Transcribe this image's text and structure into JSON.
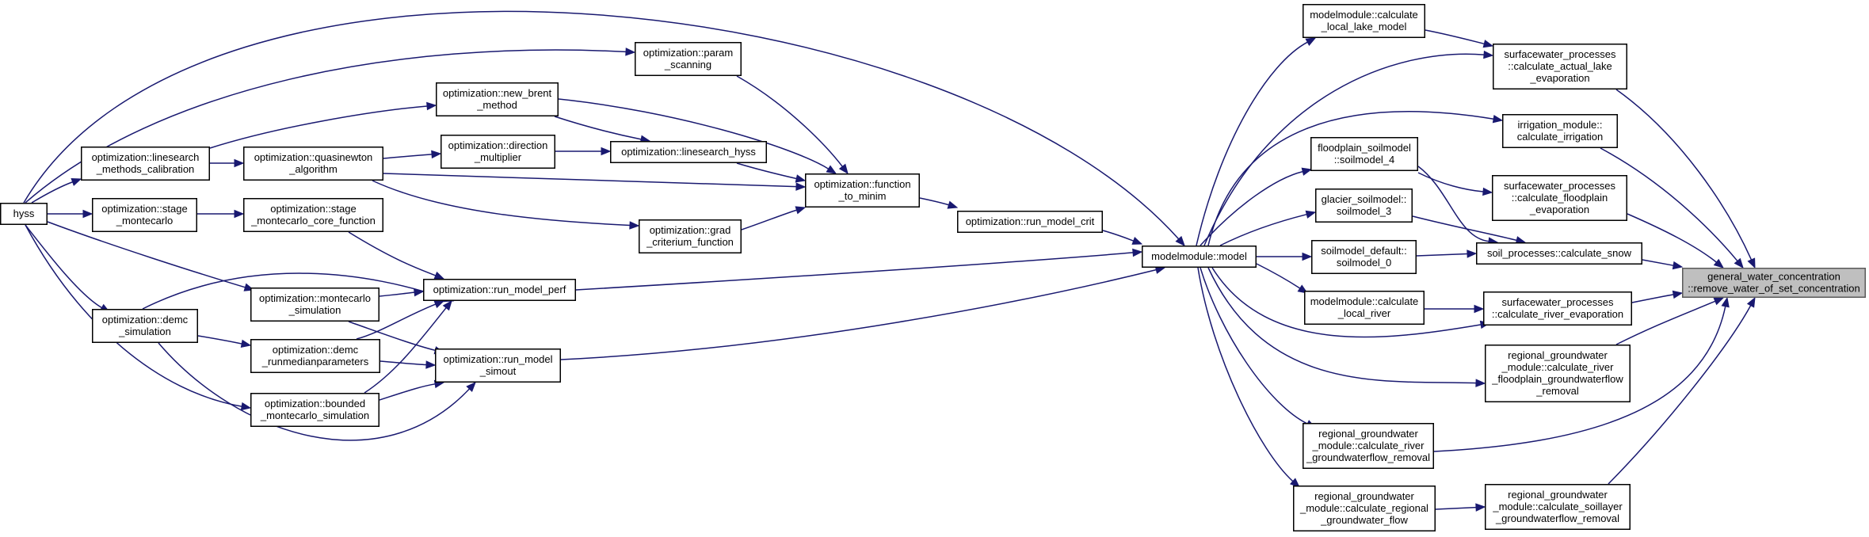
{
  "graph": {
    "root": "root",
    "nodes": [
      {
        "id": "hyss",
        "lines": [
          "hyss"
        ]
      },
      {
        "id": "ls_calib",
        "lines": [
          "optimization::linesearch",
          "_methods_calibration"
        ]
      },
      {
        "id": "stage_mc",
        "lines": [
          "optimization::stage",
          "_montecarlo"
        ]
      },
      {
        "id": "demc_sim",
        "lines": [
          "optimization::demc",
          "_simulation"
        ]
      },
      {
        "id": "quasinewton",
        "lines": [
          "optimization::quasinewton",
          "_algorithm"
        ]
      },
      {
        "id": "stage_mc_core",
        "lines": [
          "optimization::stage",
          "_montecarlo_core_function"
        ]
      },
      {
        "id": "mc_sim",
        "lines": [
          "optimization::montecarlo",
          "_simulation"
        ]
      },
      {
        "id": "demc_runmed",
        "lines": [
          "optimization::demc",
          "_runmedianparameters"
        ]
      },
      {
        "id": "bounded_mc",
        "lines": [
          "optimization::bounded",
          "_montecarlo_simulation"
        ]
      },
      {
        "id": "new_brent",
        "lines": [
          "optimization::new_brent",
          "_method"
        ]
      },
      {
        "id": "direction_mult",
        "lines": [
          "optimization::direction",
          "_multiplier"
        ]
      },
      {
        "id": "param_scan",
        "lines": [
          "optimization::param",
          "_scanning"
        ]
      },
      {
        "id": "ls_hyss",
        "lines": [
          "optimization::linesearch_hyss"
        ]
      },
      {
        "id": "grad_crit",
        "lines": [
          "optimization::grad",
          "_criterium_function"
        ]
      },
      {
        "id": "run_model_perf",
        "lines": [
          "optimization::run_model_perf"
        ]
      },
      {
        "id": "run_model_simout",
        "lines": [
          "optimization::run_model",
          "_simout"
        ]
      },
      {
        "id": "function_to_minim",
        "lines": [
          "optimization::function",
          "_to_minim"
        ]
      },
      {
        "id": "run_model_crit",
        "lines": [
          "optimization::run_model_crit"
        ]
      },
      {
        "id": "model",
        "lines": [
          "modelmodule::model"
        ]
      },
      {
        "id": "calc_local_lake",
        "lines": [
          "modelmodule::calculate",
          "_local_lake_model"
        ]
      },
      {
        "id": "floodplain_soil",
        "lines": [
          "floodplain_soilmodel",
          "::soilmodel_4"
        ]
      },
      {
        "id": "glacier_soil",
        "lines": [
          "glacier_soilmodel::",
          "soilmodel_3"
        ]
      },
      {
        "id": "soilmodel_default",
        "lines": [
          "soilmodel_default::",
          "soilmodel_0"
        ]
      },
      {
        "id": "calc_local_river",
        "lines": [
          "modelmodule::calculate",
          "_local_river"
        ]
      },
      {
        "id": "rg_river_gw",
        "lines": [
          "regional_groundwater",
          "_module::calculate_river",
          "_groundwaterflow_removal"
        ]
      },
      {
        "id": "rg_regional_gw",
        "lines": [
          "regional_groundwater",
          "_module::calculate_regional",
          "_groundwater_flow"
        ]
      },
      {
        "id": "sw_actual_lake",
        "lines": [
          "surfacewater_processes",
          "::calculate_actual_lake",
          "_evaporation"
        ]
      },
      {
        "id": "irrigation",
        "lines": [
          "irrigation_module::",
          "calculate_irrigation"
        ]
      },
      {
        "id": "sw_floodplain",
        "lines": [
          "surfacewater_processes",
          "::calculate_floodplain",
          "_evaporation"
        ]
      },
      {
        "id": "soil_snow",
        "lines": [
          "soil_processes::calculate_snow"
        ]
      },
      {
        "id": "sw_river_evap",
        "lines": [
          "surfacewater_processes",
          "::calculate_river_evaporation"
        ]
      },
      {
        "id": "rg_river_floodplain",
        "lines": [
          "regional_groundwater",
          "_module::calculate_river",
          "_floodplain_groundwaterflow",
          "_removal"
        ]
      },
      {
        "id": "rg_soillayer",
        "lines": [
          "regional_groundwater",
          "_module::calculate_soillayer",
          "_groundwaterflow_removal"
        ]
      },
      {
        "id": "root",
        "lines": [
          "general_water_concentration",
          "::remove_water_of_set_concentration"
        ]
      }
    ],
    "edges": [
      [
        "hyss",
        "ls_calib"
      ],
      [
        "hyss",
        "stage_mc"
      ],
      [
        "hyss",
        "demc_sim"
      ],
      [
        "hyss",
        "mc_sim"
      ],
      [
        "hyss",
        "bounded_mc"
      ],
      [
        "hyss",
        "param_scan"
      ],
      [
        "hyss",
        "model"
      ],
      [
        "ls_calib",
        "quasinewton"
      ],
      [
        "ls_calib",
        "new_brent"
      ],
      [
        "stage_mc",
        "stage_mc_core"
      ],
      [
        "demc_sim",
        "demc_runmed"
      ],
      [
        "demc_sim",
        "run_model_perf"
      ],
      [
        "demc_sim",
        "run_model_simout"
      ],
      [
        "quasinewton",
        "direction_mult"
      ],
      [
        "quasinewton",
        "function_to_minim"
      ],
      [
        "quasinewton",
        "grad_crit"
      ],
      [
        "stage_mc_core",
        "run_model_perf"
      ],
      [
        "mc_sim",
        "run_model_perf"
      ],
      [
        "mc_sim",
        "run_model_simout"
      ],
      [
        "demc_runmed",
        "run_model_perf"
      ],
      [
        "demc_runmed",
        "run_model_simout"
      ],
      [
        "bounded_mc",
        "run_model_perf"
      ],
      [
        "bounded_mc",
        "run_model_simout"
      ],
      [
        "new_brent",
        "ls_hyss"
      ],
      [
        "new_brent",
        "function_to_minim"
      ],
      [
        "direction_mult",
        "ls_hyss"
      ],
      [
        "param_scan",
        "function_to_minim"
      ],
      [
        "ls_hyss",
        "function_to_minim"
      ],
      [
        "grad_crit",
        "function_to_minim"
      ],
      [
        "run_model_perf",
        "model"
      ],
      [
        "run_model_simout",
        "model"
      ],
      [
        "function_to_minim",
        "run_model_crit"
      ],
      [
        "run_model_crit",
        "model"
      ],
      [
        "model",
        "calc_local_lake"
      ],
      [
        "model",
        "floodplain_soil"
      ],
      [
        "model",
        "glacier_soil"
      ],
      [
        "model",
        "soilmodel_default"
      ],
      [
        "model",
        "calc_local_river"
      ],
      [
        "model",
        "rg_river_gw"
      ],
      [
        "model",
        "rg_regional_gw"
      ],
      [
        "model",
        "sw_actual_lake"
      ],
      [
        "model",
        "irrigation"
      ],
      [
        "model",
        "sw_river_evap"
      ],
      [
        "model",
        "rg_river_floodplain"
      ],
      [
        "calc_local_lake",
        "sw_actual_lake"
      ],
      [
        "floodplain_soil",
        "sw_floodplain"
      ],
      [
        "floodplain_soil",
        "soil_snow"
      ],
      [
        "glacier_soil",
        "soil_snow"
      ],
      [
        "soilmodel_default",
        "soil_snow"
      ],
      [
        "calc_local_river",
        "sw_river_evap"
      ],
      [
        "rg_regional_gw",
        "rg_soillayer"
      ],
      [
        "rg_river_gw",
        "root"
      ],
      [
        "sw_actual_lake",
        "root"
      ],
      [
        "irrigation",
        "root"
      ],
      [
        "sw_floodplain",
        "root"
      ],
      [
        "soil_snow",
        "root"
      ],
      [
        "sw_river_evap",
        "root"
      ],
      [
        "rg_river_floodplain",
        "root"
      ],
      [
        "rg_soillayer",
        "root"
      ]
    ]
  }
}
